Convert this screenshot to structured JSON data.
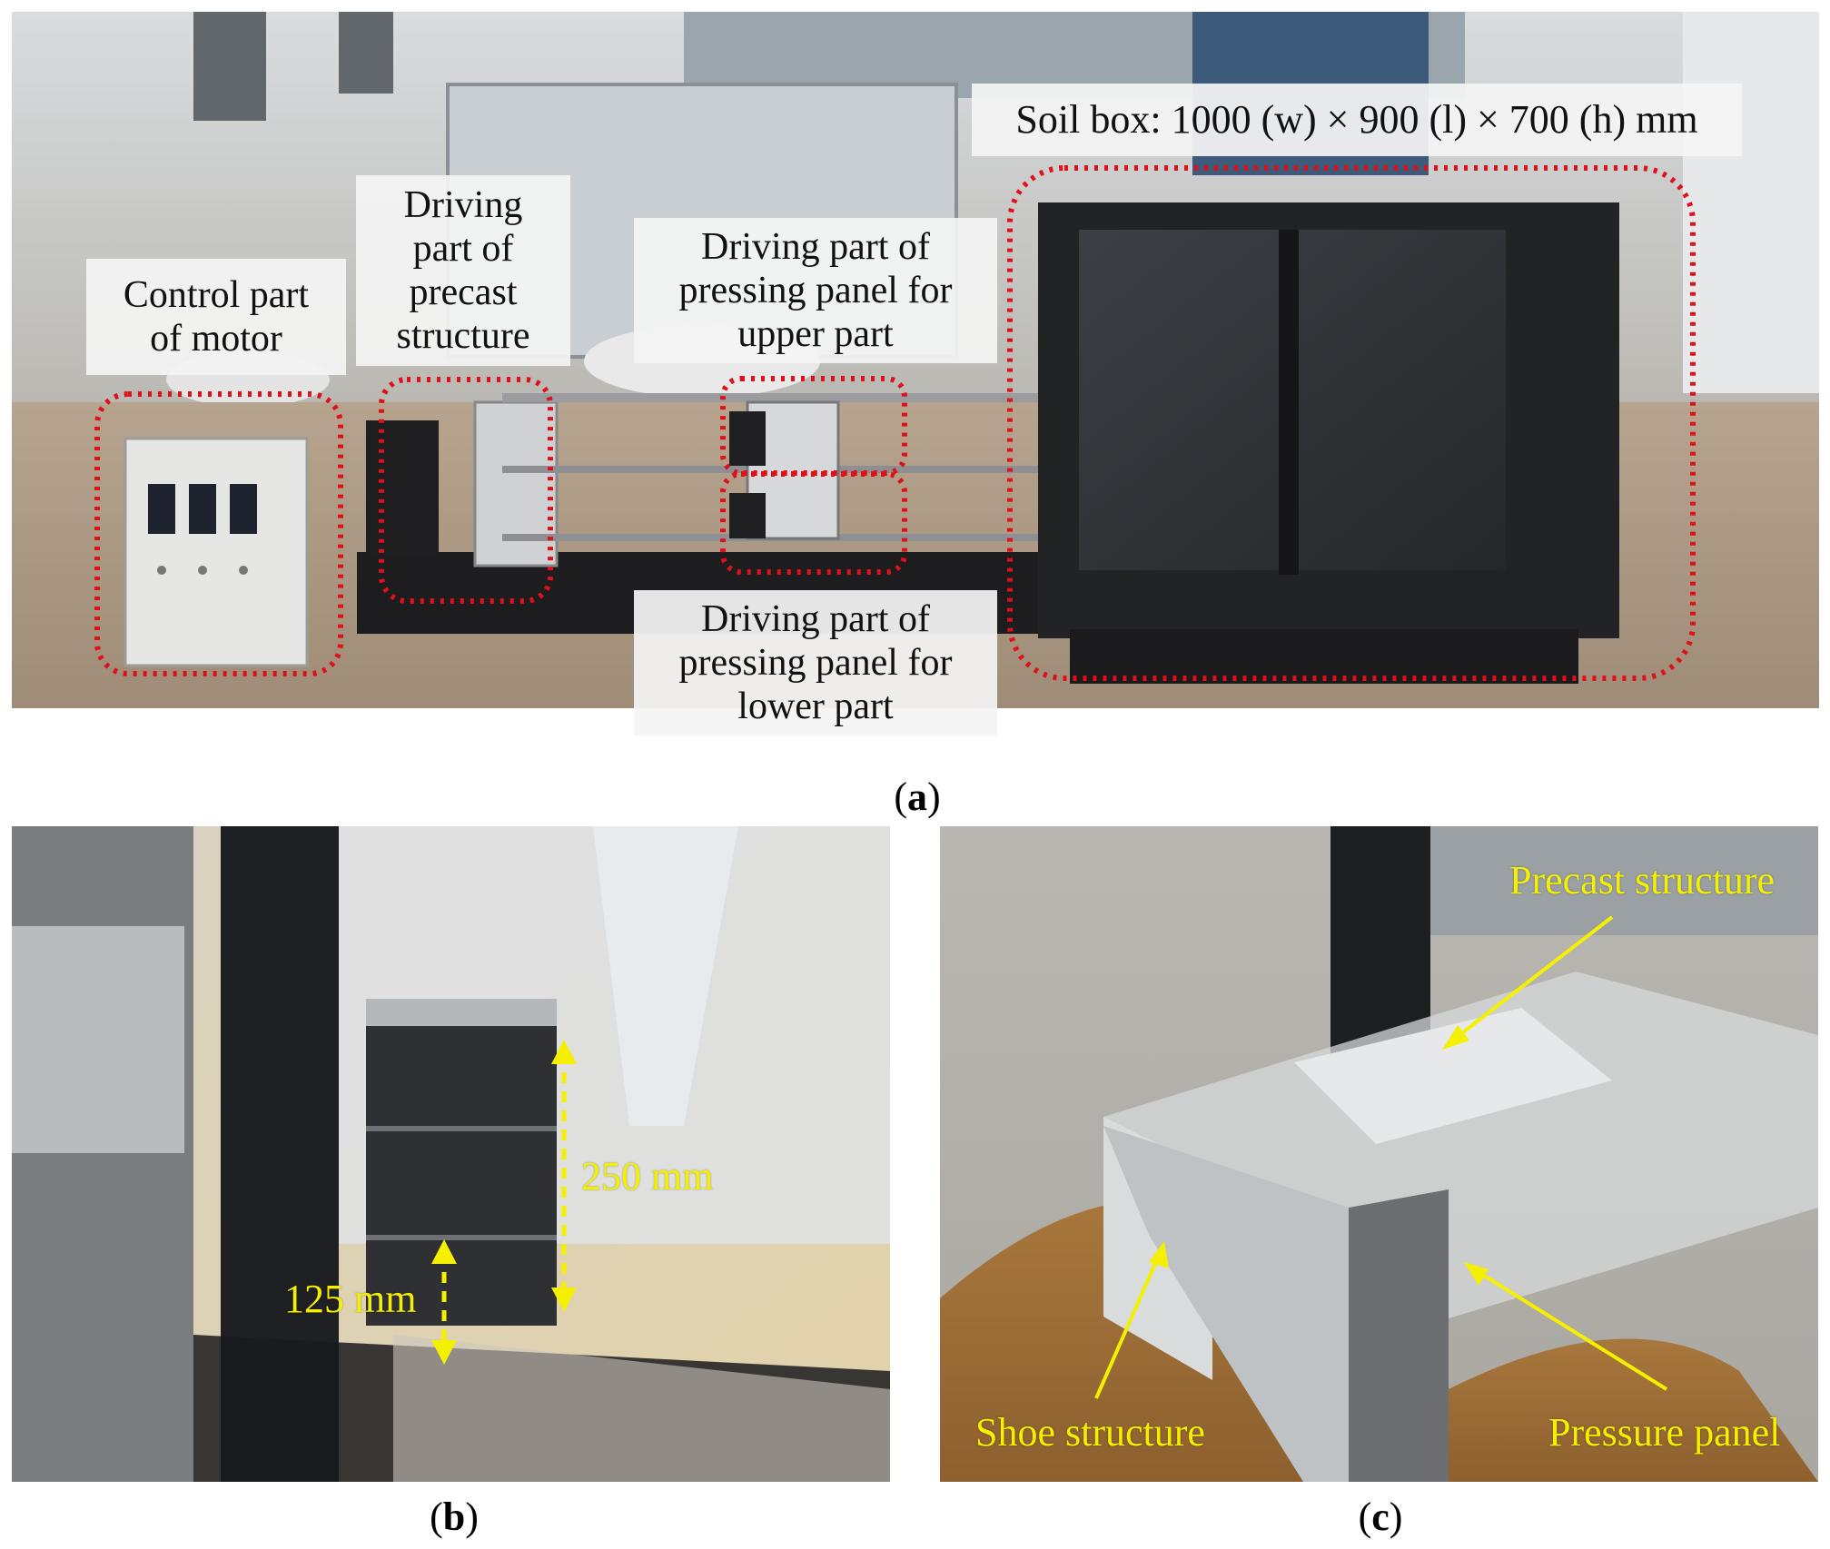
{
  "figure": {
    "panel_a": {
      "caption_letter": "a",
      "labels": {
        "soil_box": "Soil box: 1000 (w) × 900 (l) × 700 (h) mm",
        "control_motor_line1": "Control part",
        "control_motor_line2": "of motor",
        "precast_drive_line1": "Driving",
        "precast_drive_line2": "part of",
        "precast_drive_line3": "precast",
        "precast_drive_line4": "structure",
        "upper_drive_line1": "Driving part of",
        "upper_drive_line2": "pressing panel for",
        "upper_drive_line3": "upper part",
        "lower_drive_line1": "Driving part of",
        "lower_drive_line2": "pressing panel for",
        "lower_drive_line3": "lower part"
      },
      "highlight_color": "#e0101a"
    },
    "panel_b": {
      "caption_letter": "b",
      "dim_250": "250 mm",
      "dim_125": "125 mm"
    },
    "panel_c": {
      "caption_letter": "c",
      "precast": "Precast structure",
      "shoe": "Shoe structure",
      "pressure": "Pressure panel"
    },
    "annotation_color": "#f5f000"
  }
}
